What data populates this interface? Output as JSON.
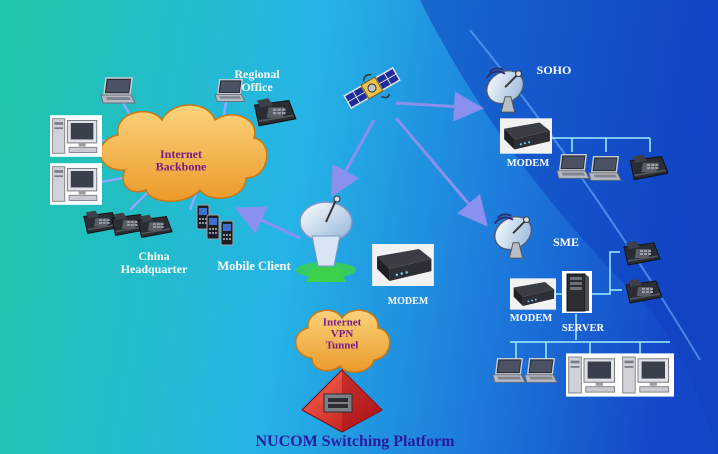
{
  "diagram": {
    "title": "NUCOM Switching Platform",
    "nodes": {
      "internet_backbone": "Internet\nBackbone",
      "regional_office": "Regional\nOffice",
      "china_headquarter": "China\nHeadquarter",
      "mobile_client": "Mobile Client",
      "soho": "SOHO",
      "sme": "SME",
      "modem_center": "MODEM",
      "modem_soho": "MODEM",
      "modem_sme": "MODEM",
      "server": "SERVER",
      "internet_vpn_tunnel": "Internet\nVPN\nTunnel"
    },
    "colors": {
      "bg_left": "#1fc6a6",
      "bg_mid": "#25b4e6",
      "bg_right": "#1447c8",
      "cloud": "#f5b64a",
      "arrow": "#7f86e8",
      "link_line": "#9ff0ff",
      "pyramid": "#d81e1e"
    },
    "icons": [
      "laptop-icon",
      "desktop-computer-icon",
      "ip-phone-icon",
      "mobile-phone-icon",
      "satellite-icon",
      "satellite-dish-icon",
      "modem-icon",
      "server-tower-icon",
      "internet-cloud-icon",
      "nucom-switch-pyramid-icon"
    ]
  }
}
